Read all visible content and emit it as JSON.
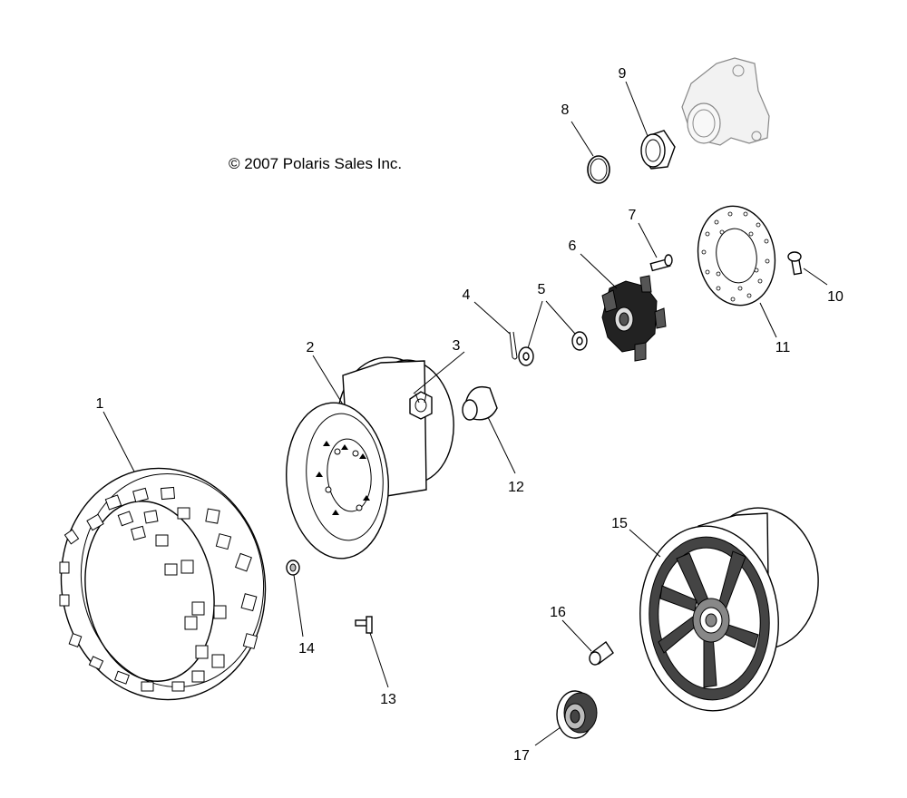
{
  "copyright": "© 2007 Polaris Sales Inc.",
  "callouts": [
    {
      "id": "c1",
      "label": "1"
    },
    {
      "id": "c2",
      "label": "2"
    },
    {
      "id": "c3",
      "label": "3"
    },
    {
      "id": "c4",
      "label": "4"
    },
    {
      "id": "c5",
      "label": "5"
    },
    {
      "id": "c6",
      "label": "6"
    },
    {
      "id": "c7",
      "label": "7"
    },
    {
      "id": "c8",
      "label": "8"
    },
    {
      "id": "c9",
      "label": "9"
    },
    {
      "id": "c10",
      "label": "10"
    },
    {
      "id": "c11",
      "label": "11"
    },
    {
      "id": "c12",
      "label": "12"
    },
    {
      "id": "c13",
      "label": "13"
    },
    {
      "id": "c14",
      "label": "14"
    },
    {
      "id": "c15",
      "label": "15"
    },
    {
      "id": "c16",
      "label": "16"
    },
    {
      "id": "c17",
      "label": "17"
    }
  ]
}
